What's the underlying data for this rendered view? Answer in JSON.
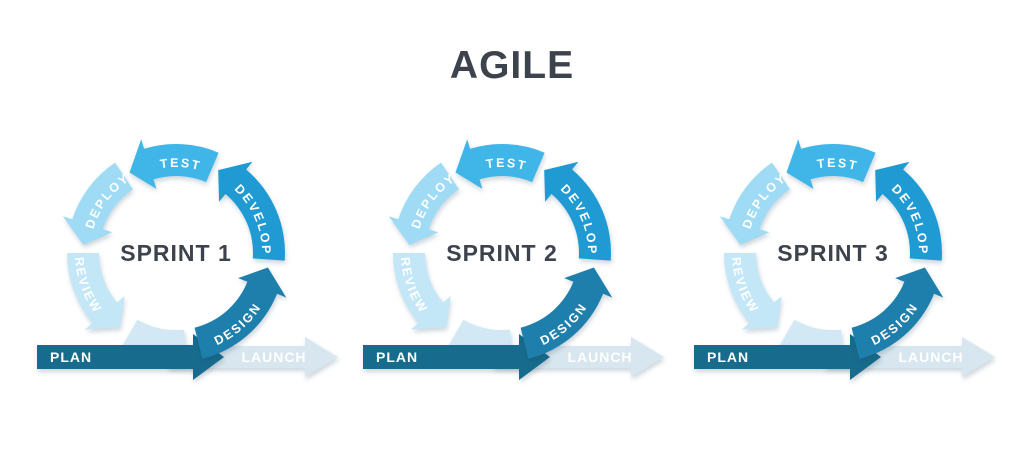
{
  "title": "AGILE",
  "colors": {
    "background": "#ffffff",
    "title_text": "#3d434c",
    "sprint_title_text": "#3d434c",
    "arc_label_text": "#ffffff",
    "band_label_text": "#ffffff"
  },
  "phases": [
    {
      "id": "design",
      "label": "DESIGN",
      "color": "#1e7fad"
    },
    {
      "id": "develop",
      "label": "DEVELOP",
      "color": "#1f9ad3"
    },
    {
      "id": "test",
      "label": "TEST",
      "color": "#40b6e8"
    },
    {
      "id": "deploy",
      "label": "DEPLOY",
      "color": "#9fdbf4"
    },
    {
      "id": "review",
      "label": "REVIEW",
      "color": "#c3e7f7"
    }
  ],
  "flow": {
    "plan": {
      "label": "PLAN",
      "color": "#176b8c"
    },
    "launch": {
      "label": "LAUNCH",
      "color": "#d8e7ef"
    },
    "cycle_tail_color": "#d2e9f5"
  },
  "sprints": [
    {
      "title": "SPRINT 1"
    },
    {
      "title": "SPRINT 2"
    },
    {
      "title": "SPRINT 3"
    }
  ]
}
